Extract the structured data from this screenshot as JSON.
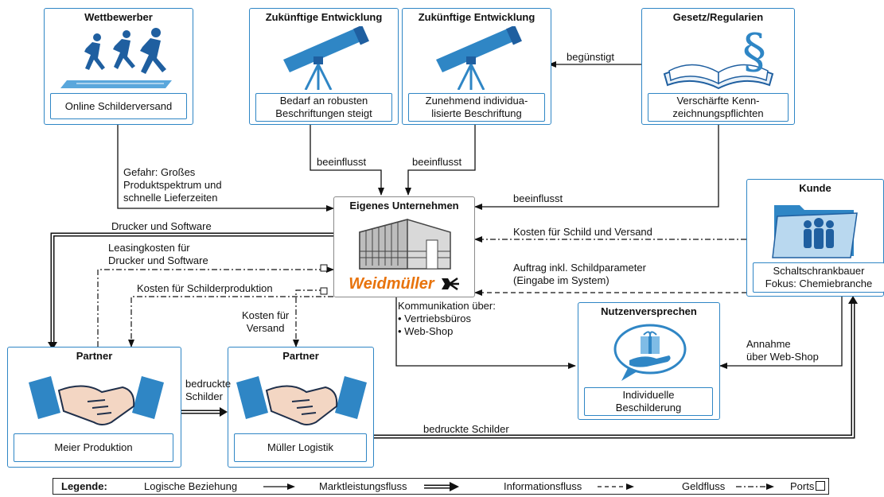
{
  "nodes": {
    "competitor": {
      "title": "Wettbewerber",
      "inner": "Online Schilderversand",
      "icon": "runners-icon"
    },
    "future1": {
      "title": "Zukünftige Entwicklung",
      "inner": "Bedarf an robusten\nBeschriftungen steigt",
      "icon": "telescope-icon"
    },
    "future2": {
      "title": "Zukünftige Entwicklung",
      "inner": "Zunehmend individua-\nlisierte Beschriftung",
      "icon": "telescope-icon"
    },
    "law": {
      "title": "Gesetz/Regularien",
      "inner": "Verschärfte Kenn-\nzeichnungspflichten",
      "icon": "law-book-icon"
    },
    "company": {
      "title": "Eigenes Unternehmen",
      "logo": "Weidmüller",
      "icon": "building-icon"
    },
    "customer": {
      "title": "Kunde",
      "inner": "Schaltschrankbauer\nFokus: Chemiebranche",
      "icon": "folder-people-icon"
    },
    "value": {
      "title": "Nutzenversprechen",
      "inner": "Individuelle\nBeschilderung",
      "icon": "gift-hand-icon"
    },
    "partner1": {
      "title": "Partner",
      "inner": "Meier Produktion",
      "icon": "handshake-icon"
    },
    "partner2": {
      "title": "Partner",
      "inner": "Müller Logistik",
      "icon": "handshake-icon"
    }
  },
  "edges": {
    "beguenstigt": "begünstigt",
    "gefahr": "Gefahr: Großes\nProduktspektrum und\nschnelle Lieferzeiten",
    "beeinflusst1": "beeinflusst",
    "beeinflusst2": "beeinflusst",
    "beeinflusst3": "beeinflusst",
    "drucker": "Drucker und Software",
    "leasing": "Leasingkosten für\nDrucker und Software",
    "kosten_prod": "Kosten für Schilderproduktion",
    "kosten_versand": "Kosten für\nVersand",
    "kosten_schild": "Kosten für Schild und Versand",
    "auftrag": "Auftrag inkl. Schildparameter\n(Eingabe im System)",
    "kommunikation": "Kommunikation über:\n• Vertriebsbüros\n• Web-Shop",
    "annahme": "Annahme\nüber Web-Shop",
    "bedruckt1": "bedruckte\nSchilder",
    "bedruckt2": "bedruckte Schilder"
  },
  "legend": {
    "title": "Legende:",
    "logical": "Logische Beziehung",
    "market": "Marktleistungsfluss",
    "info": "Informationsfluss",
    "money": "Geldfluss",
    "ports": "Ports"
  },
  "colors": {
    "accent": "#2f86c5",
    "logo_orange": "#e8730c",
    "frame_gray": "#8a8a8a"
  }
}
